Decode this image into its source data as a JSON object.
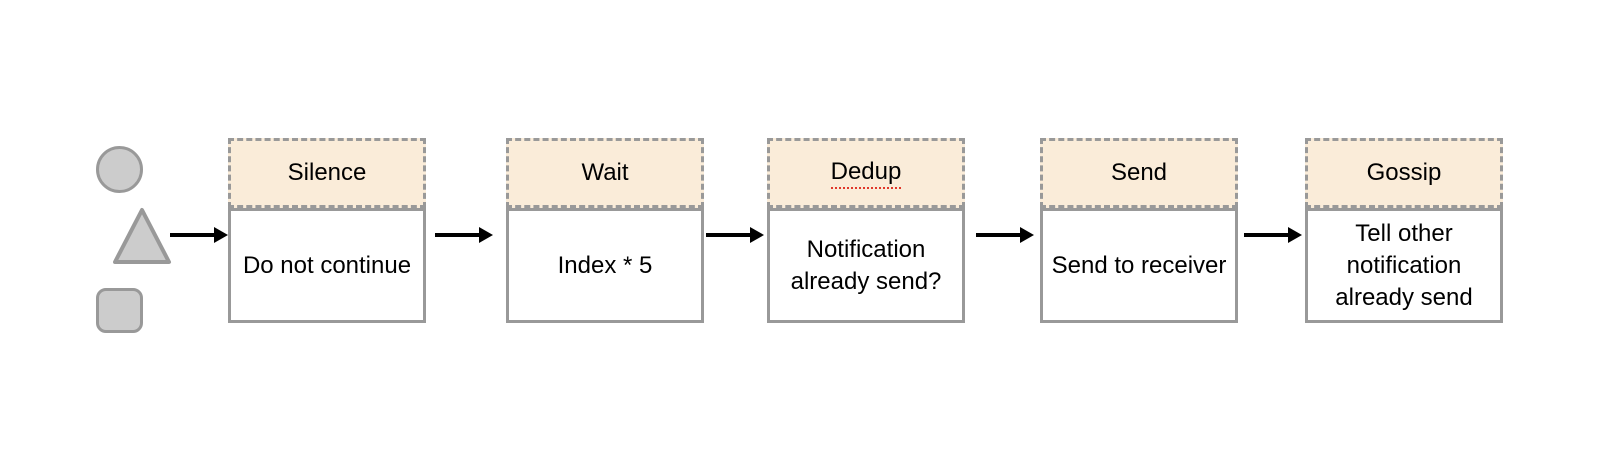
{
  "stages": [
    {
      "name": "Silence",
      "description": "Do not continue"
    },
    {
      "name": "Wait",
      "description": "Index * 5"
    },
    {
      "name": "Dedup",
      "description": "Notification already send?"
    },
    {
      "name": "Send",
      "description": "Send to receiver"
    },
    {
      "name": "Gossip",
      "description": "Tell other notification already send"
    }
  ],
  "legend": {
    "shapes": [
      "circle-shape",
      "triangle-shape",
      "rounded-square-shape"
    ]
  },
  "colors": {
    "stage_header_fill": "#FAECD9",
    "stage_border": "#999999",
    "shape_fill": "#CCCCCC",
    "shape_border": "#999999",
    "arrow": "#000000",
    "spellcheck_underline": "#E0382B"
  }
}
